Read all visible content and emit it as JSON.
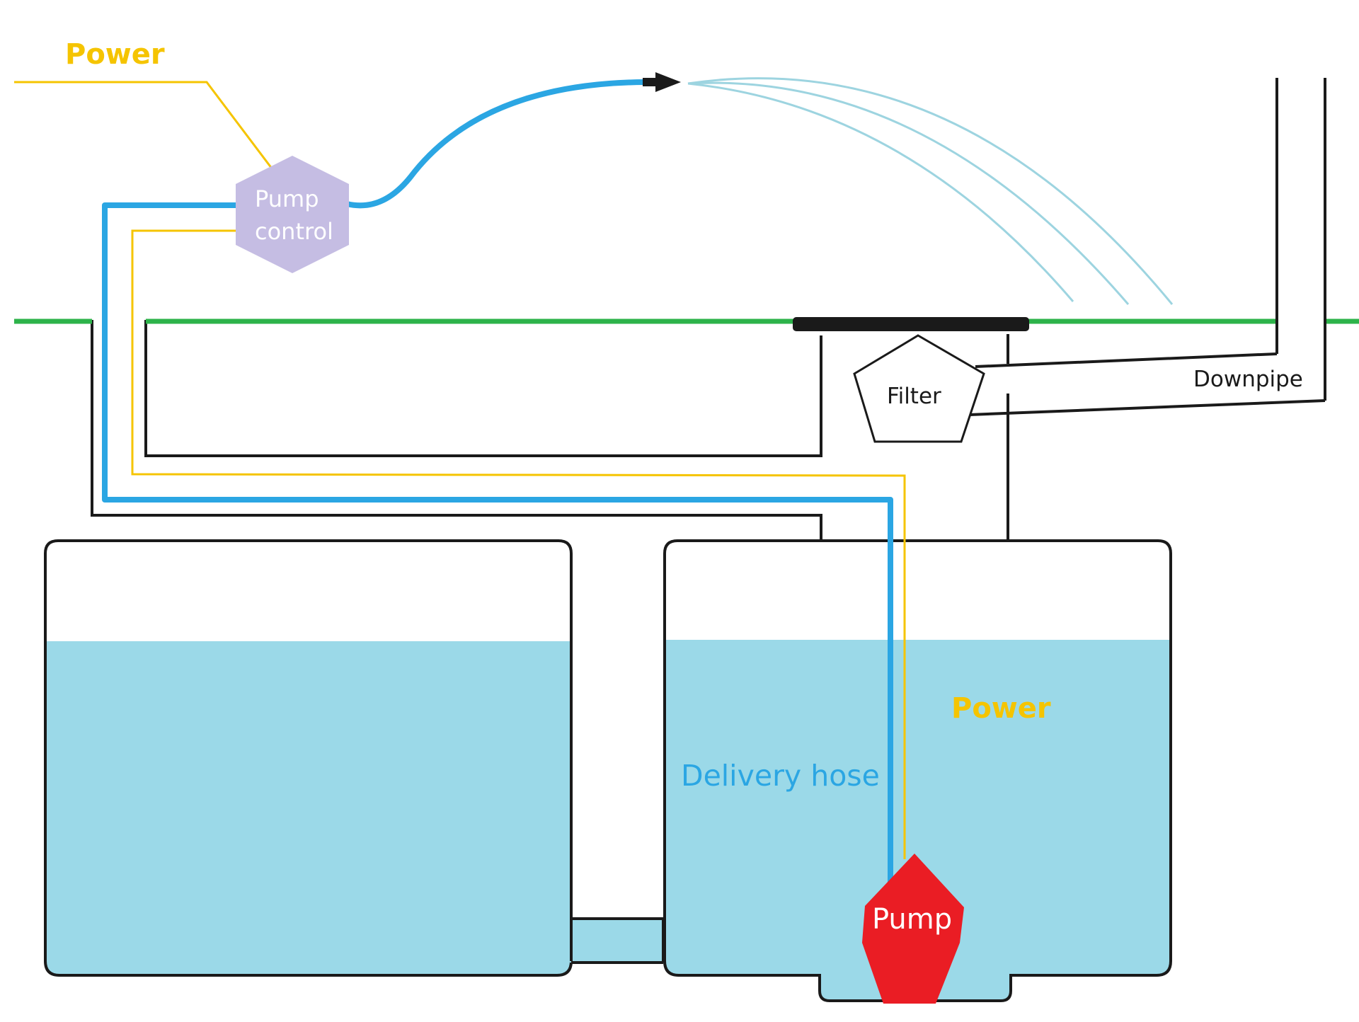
{
  "labels": {
    "power_top": "Power",
    "pump_control_line1": "Pump",
    "pump_control_line2": "control",
    "filter": "Filter",
    "downpipe": "Downpipe",
    "power_tank": "Power",
    "delivery_hose": "Delivery hose",
    "pump": "Pump"
  },
  "colors": {
    "water": "#9bd9e8",
    "spray": "#9dd4e0",
    "hose": "#2ba6e3",
    "power_wire": "#f5c400",
    "ground": "#2db34a",
    "pump_control": "#c5bde3",
    "pump": "#ea1d24",
    "outline": "#1a1a1a"
  }
}
